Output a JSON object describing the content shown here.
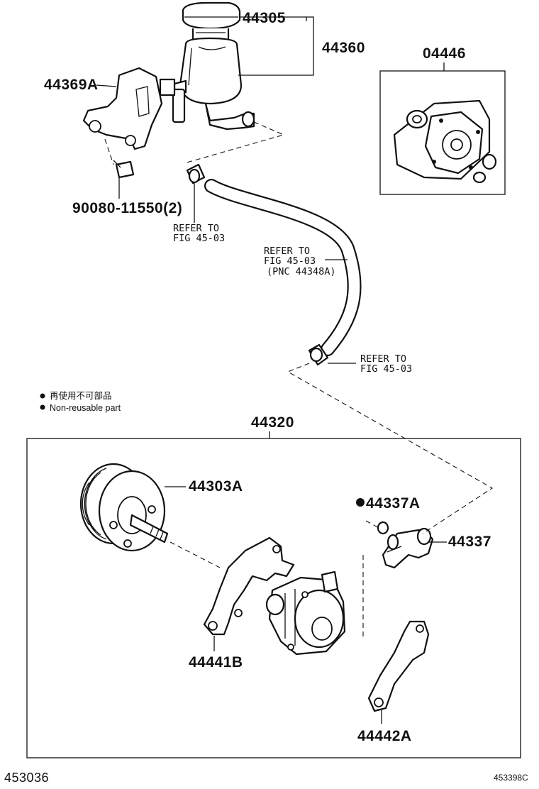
{
  "parts": {
    "p44305": "44305",
    "p44360": "44360",
    "p04446": "04446",
    "p44369A": "44369A",
    "p90080": "90080-11550(2)",
    "p44320": "44320",
    "p44303A": "44303A",
    "p44337A": "44337A",
    "p44337": "44337",
    "p44441B": "44441B",
    "p44442A": "44442A"
  },
  "references": {
    "ref1": {
      "line1": "REFER TO",
      "line2": "FIG 45-03"
    },
    "ref2": {
      "line1": "REFER TO",
      "line2": "FIG 45-03",
      "line3": "(PNC 44348A)"
    },
    "ref3": {
      "line1": "REFER TO",
      "line2": "FIG 45-03"
    }
  },
  "legend": {
    "line_jp": "再使用不可部品",
    "line_en": "Non-reusable part"
  },
  "footer": {
    "page_code": "453036",
    "image_code": "453398C"
  },
  "icons": [
    "non-reusable-dot-icon"
  ]
}
